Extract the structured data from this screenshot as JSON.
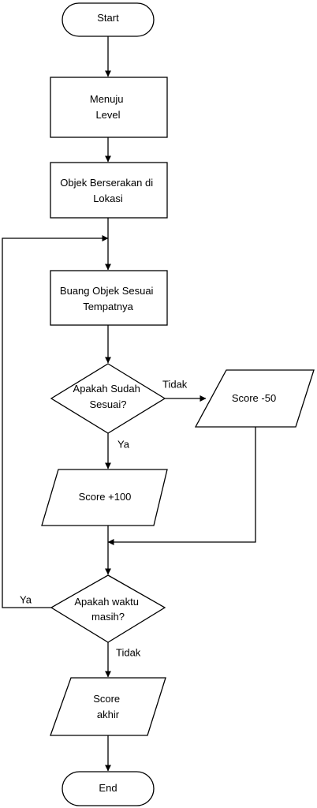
{
  "flowchart": {
    "nodes": {
      "start": {
        "type": "terminator",
        "lines": [
          "Start"
        ]
      },
      "menuju_level": {
        "type": "process",
        "lines": [
          "Menuju",
          "Level"
        ]
      },
      "objek_berserakan": {
        "type": "process",
        "lines": [
          "Objek Berserakan di",
          "Lokasi"
        ]
      },
      "buang_objek": {
        "type": "process",
        "lines": [
          "Buang Objek Sesuai",
          "Tempatnya"
        ]
      },
      "apakah_sesuai": {
        "type": "decision",
        "lines": [
          "Apakah Sudah",
          "Sesuai?"
        ]
      },
      "score_minus": {
        "type": "data",
        "lines": [
          "Score -50"
        ]
      },
      "score_plus": {
        "type": "data",
        "lines": [
          "Score +100"
        ]
      },
      "apakah_waktu": {
        "type": "decision",
        "lines": [
          "Apakah waktu",
          "masih?"
        ]
      },
      "score_akhir": {
        "type": "data",
        "lines": [
          "Score",
          "akhir"
        ]
      },
      "end": {
        "type": "terminator",
        "lines": [
          "End"
        ]
      }
    },
    "edge_labels": {
      "sesuai_no": "Tidak",
      "sesuai_yes": "Ya",
      "waktu_yes": "Ya",
      "waktu_no": "Tidak"
    }
  }
}
